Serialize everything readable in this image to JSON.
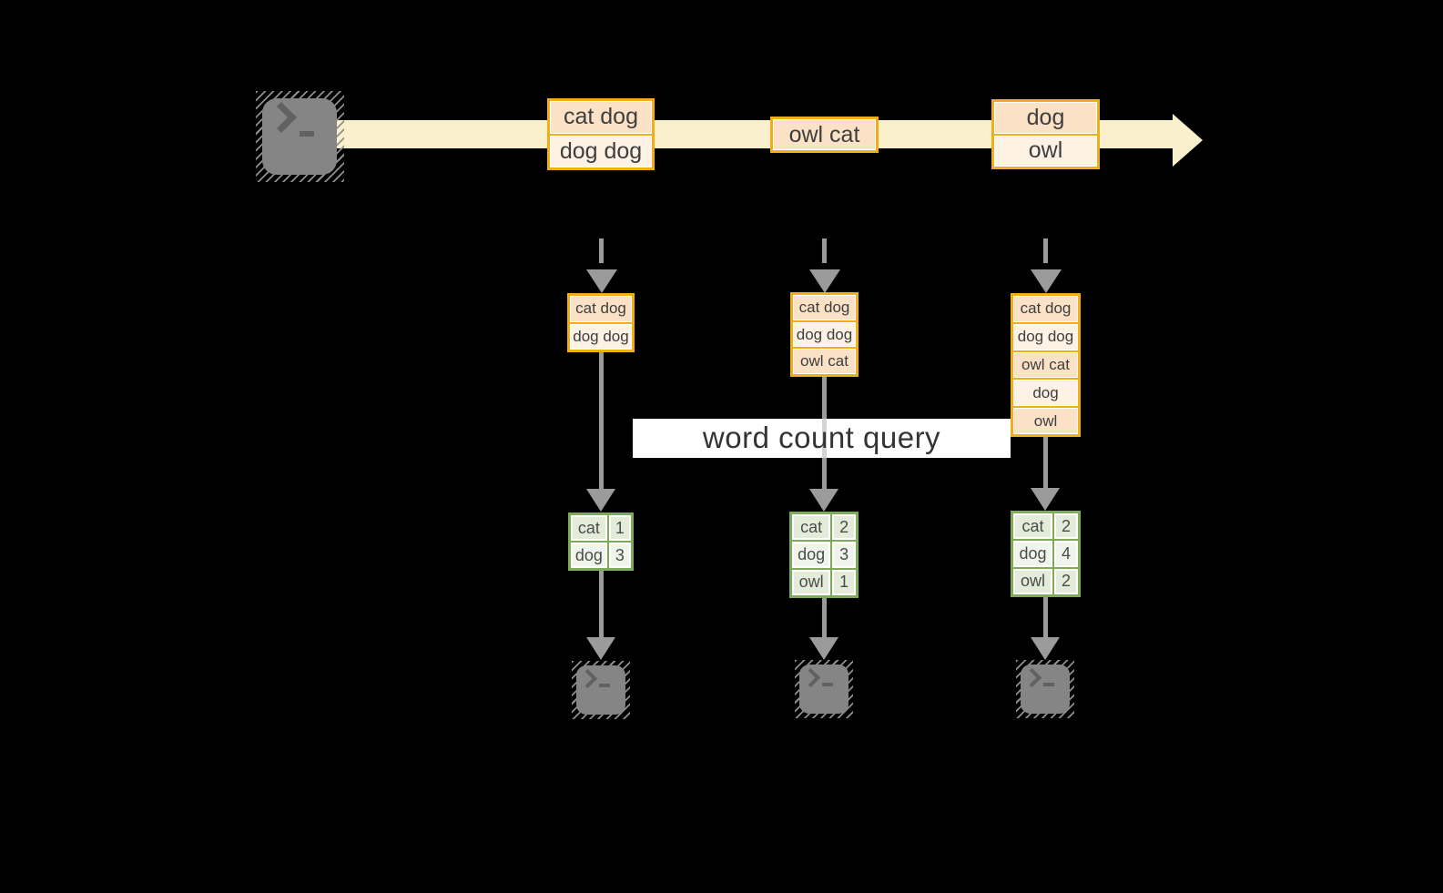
{
  "title": {
    "label": "word count query"
  },
  "stream": {
    "events": [
      {
        "rows": [
          "cat dog",
          "dog dog"
        ]
      },
      {
        "rows": [
          "owl cat"
        ]
      },
      {
        "rows": [
          "dog",
          "owl"
        ]
      }
    ]
  },
  "states": [
    {
      "rows": [
        "cat dog",
        "dog dog"
      ]
    },
    {
      "rows": [
        "cat dog",
        "dog dog",
        "owl cat"
      ]
    },
    {
      "rows": [
        "cat dog",
        "dog dog",
        "owl cat",
        "dog",
        "owl"
      ]
    }
  ],
  "counts": [
    {
      "rows": [
        {
          "word": "cat",
          "count": "1"
        },
        {
          "word": "dog",
          "count": "3"
        }
      ]
    },
    {
      "rows": [
        {
          "word": "cat",
          "count": "2"
        },
        {
          "word": "dog",
          "count": "3"
        },
        {
          "word": "owl",
          "count": "1"
        }
      ]
    },
    {
      "rows": [
        {
          "word": "cat",
          "count": "2"
        },
        {
          "word": "dog",
          "count": "4"
        },
        {
          "word": "owl",
          "count": "2"
        }
      ]
    }
  ],
  "icons": {
    "source": "terminal-prompt",
    "sinks": [
      "terminal-prompt",
      "terminal-prompt",
      "terminal-prompt"
    ]
  },
  "colors": {
    "background": "#000000",
    "stream_band": "#fbf0cc",
    "event_border": "#f0af19",
    "event_fill_dark": "#fbe2c6",
    "event_fill_light": "#fdf2e3",
    "table_border": "#7dab58",
    "table_fill_dark": "#e3ecd9",
    "table_fill_light": "#f0f5eb",
    "connector_gray": "#9b9b9b",
    "query_band": "#ffffff"
  }
}
